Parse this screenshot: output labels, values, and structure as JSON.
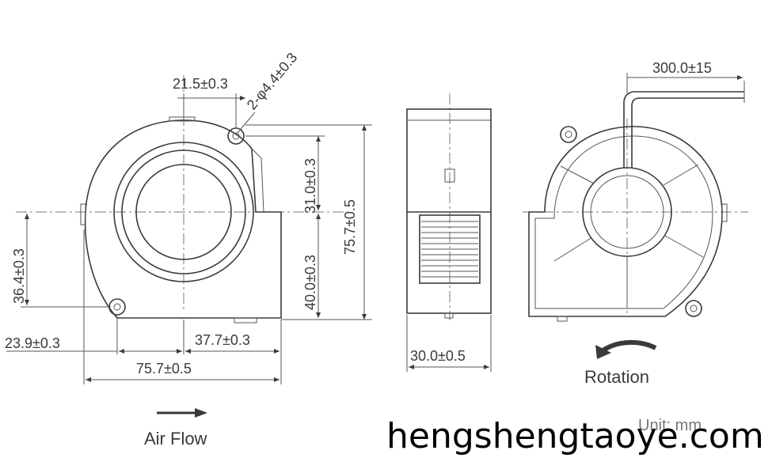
{
  "drawing": {
    "front_view": {
      "hole_spacing": "21.5±0.3",
      "hole_diameter": "2-φ4.4±0.3",
      "top_to_axis": "31.0±0.3",
      "axis_to_bottom": "40.0±0.3",
      "total_height": "75.7±0.5",
      "left_axis_height": "36.4±0.3",
      "left_offset": "23.9±0.3",
      "outlet_width": "37.7±0.3",
      "total_width": "75.7±0.5"
    },
    "side_view": {
      "thickness": "30.0±0.5"
    },
    "rear_view": {
      "cable_length": "300.0±15"
    },
    "labels": {
      "rotation": "Rotation",
      "air_flow": "Air Flow",
      "unit": "Unit: mm"
    },
    "watermark": "hengshengtaoye.com",
    "colors": {
      "line": "#3a3a3a",
      "watermark": "#000000"
    }
  }
}
